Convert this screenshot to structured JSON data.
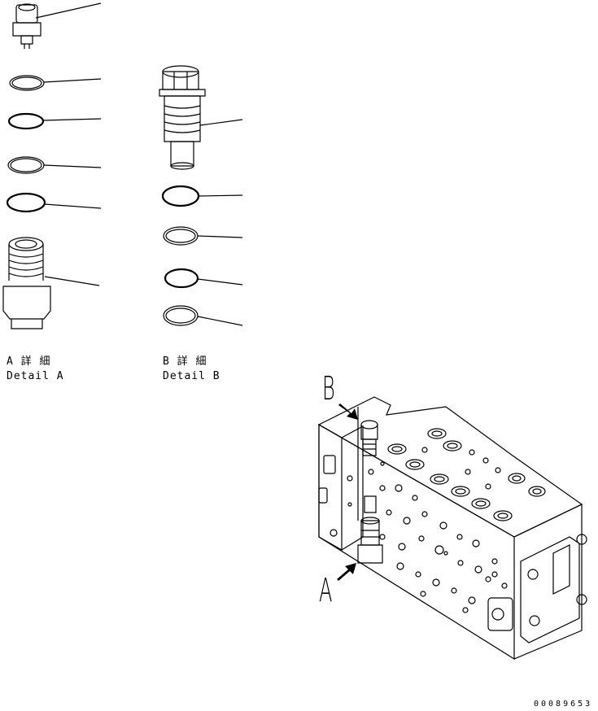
{
  "detail_a": {
    "jp": "A 詳 細",
    "en": "Detail A"
  },
  "detail_b": {
    "jp": "B 詳 細",
    "en": "Detail B"
  },
  "callouts": {
    "a": "A",
    "b": "B"
  },
  "figure_number": "00089653"
}
